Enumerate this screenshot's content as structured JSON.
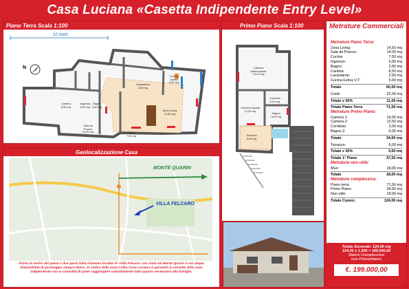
{
  "title": "Casa Luciana «Casetta Indipendente Entry Level»",
  "piano_terra": {
    "header": "Piano Terra Scala 1:100",
    "scale_label": "10 metri",
    "north": "N",
    "rooms": [
      {
        "name": "Ingresso",
        "area": "5,00 mq"
      },
      {
        "name": "Cantina",
        "area": "8,50 mq"
      },
      {
        "name": "Bagno",
        "area": "3,50 mq"
      },
      {
        "name": "Sala da Pranzo",
        "area": "14,00 mq"
      },
      {
        "name": "Zona Living",
        "area": "14,50 mq"
      },
      {
        "name": "Cucina",
        "area": "7,50 mq"
      },
      {
        "name": "Lavanderia",
        "area": "2,50 mq"
      },
      {
        "name": "Cucina Estiva",
        "area": "5,00 mq"
      }
    ]
  },
  "primo_piano": {
    "header": "Primo Piano Scala 1:100",
    "rooms": [
      {
        "name": "Camera Matrimoniale",
        "area": "14,00 mq"
      },
      {
        "name": "Camera Doppia",
        "area": "12,50 mq"
      },
      {
        "name": "Corridoio",
        "area": "2,00 mq"
      },
      {
        "name": "Bagno",
        "area": "6,00 mq"
      },
      {
        "name": "Terrazzo",
        "area": "6,00 mq"
      }
    ]
  },
  "geo": {
    "header": "Geolocalizzazione Casa",
    "label_quarin": "MONTE QUARIN",
    "label_felcaro": "VILLA FELCARO",
    "description": "Vicino al centro del paese a due passi dalla rinomata località di «Villa Felcaro» con vista sul Monte Quarin e con ampia disponibilità di parcheggio sempre libero. Al centro della zona Collio Casa Luciana vi garantirà la serenità della casa indipendente con la comodità di poter raggiungere comodamente tutto quanto necessario alla famiglia."
  },
  "metrature": {
    "header": "Metrature Commerciali",
    "sections": [
      {
        "title": "Metrature Piano Terra:",
        "items": [
          [
            "Zona Living:",
            "14,50 mq"
          ],
          [
            "Sala da Pranzo:",
            "14,00 mq"
          ],
          [
            "Cucina:",
            "7,50 mq"
          ],
          [
            "Ingresso:",
            "5,00 mq"
          ],
          [
            "Bagno:",
            "3,50 mq"
          ],
          [
            "Cantina:",
            "8,50 mq"
          ],
          [
            "Lavanderia:",
            "2,50 mq"
          ],
          [
            "Cucina Estiva V.T:",
            "5,00 mq"
          ]
        ]
      },
      {
        "title": "Metrature Primo Piano:",
        "items": [
          [
            "Camera 1:",
            "14,00 mq"
          ],
          [
            "Camera 2:",
            "12,50 mq"
          ],
          [
            "Corridoio:",
            "2,00 mq"
          ],
          [
            "Bagno 2:",
            "6,00 mq"
          ]
        ]
      },
      {
        "title": "Metrature non utile:",
        "items": [
          [
            "Muri:",
            "18,00 mq"
          ]
        ]
      },
      {
        "title": "Metrature complessiva:",
        "items": [
          [
            "Piano terra:",
            "71,50 mq"
          ],
          [
            "Primo Piano:",
            "34,50 mq"
          ],
          [
            "Non utile:",
            "18,00 mq"
          ]
        ]
      }
    ],
    "totale_pt": [
      "Totale",
      "60,00 mq"
    ],
    "corte": [
      "Corte:",
      "22,00 mq"
    ],
    "totale_50_pt": [
      "Totale x 50%",
      "11,00 mq"
    ],
    "totale_piano_terra": [
      "Totale Piano Terra",
      "71,50 mq"
    ],
    "totale_pp": [
      "Totale",
      "34,00 mq"
    ],
    "terrazzo": [
      "Terrazzo:",
      "6,00 mq"
    ],
    "totale_50_pp": [
      "Totale x 50%",
      "3,00 mq"
    ],
    "totale_1_piano": [
      "Totale 1° Piano",
      "37,50 mq"
    ],
    "totale_muri": [
      "Totale",
      "18,00 mq"
    ],
    "totale_comm": [
      "Totale Comm.:",
      "124,00 mq"
    ],
    "summary_1": "Totale Generale: 124,00 mq",
    "summary_2": "124,00 x 1.500 = 186.000,00",
    "summary_3": "Valore Complessivo",
    "summary_4": "con Fotovoltaico",
    "price": "€. 199.000,00"
  }
}
